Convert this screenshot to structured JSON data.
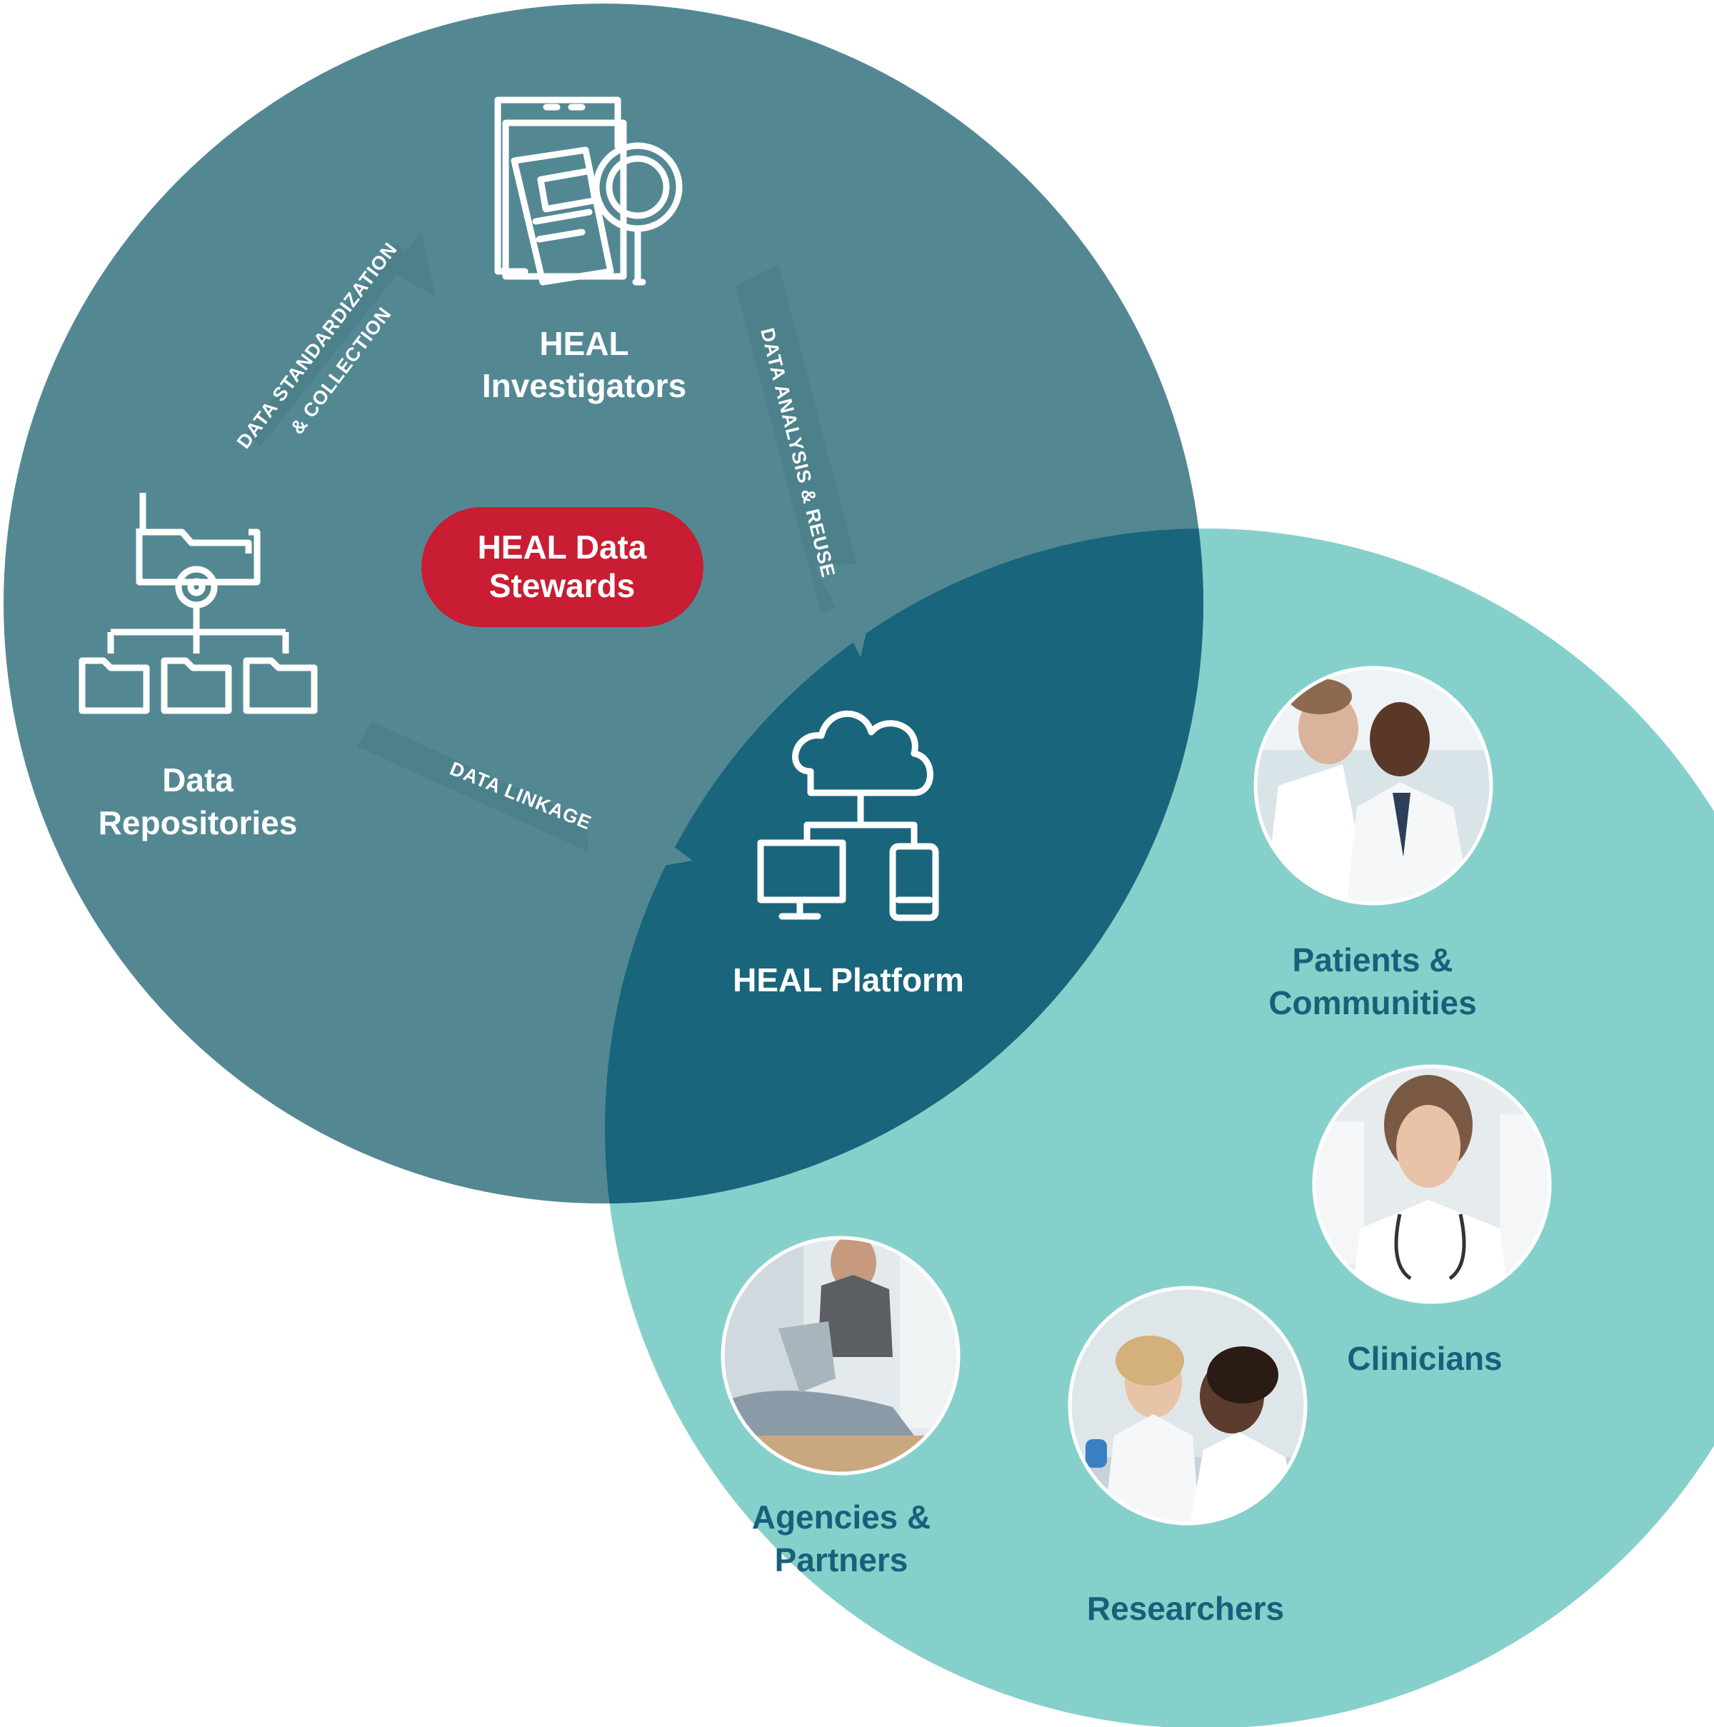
{
  "nodes": {
    "investigators": {
      "line1": "HEAL",
      "line2": "Investigators"
    },
    "repositories": {
      "line1": "Data",
      "line2": "Repositories"
    },
    "platform": {
      "label": "HEAL Platform"
    },
    "stewards": {
      "line1": "HEAL Data",
      "line2": "Stewards"
    }
  },
  "flows": {
    "standardization": {
      "line1": "DATA STANDARDIZATION",
      "line2": "& COLLECTION"
    },
    "analysis": {
      "label": "DATA ANALYSIS & REUSE"
    },
    "linkage": {
      "label": "DATA LINKAGE"
    }
  },
  "audiences": {
    "patients": {
      "line1": "Patients &",
      "line2": "Communities"
    },
    "clinicians": {
      "label": "Clinicians"
    },
    "researchers": {
      "label": "Researchers"
    },
    "agencies": {
      "line1": "Agencies &",
      "line2": "Partners"
    }
  },
  "colors": {
    "left_circle": "#538893",
    "right_circle": "#86d0cb",
    "overlap": "#19657c",
    "steward_pill": "#c81d32",
    "audience_text": "#1a5f7a"
  }
}
